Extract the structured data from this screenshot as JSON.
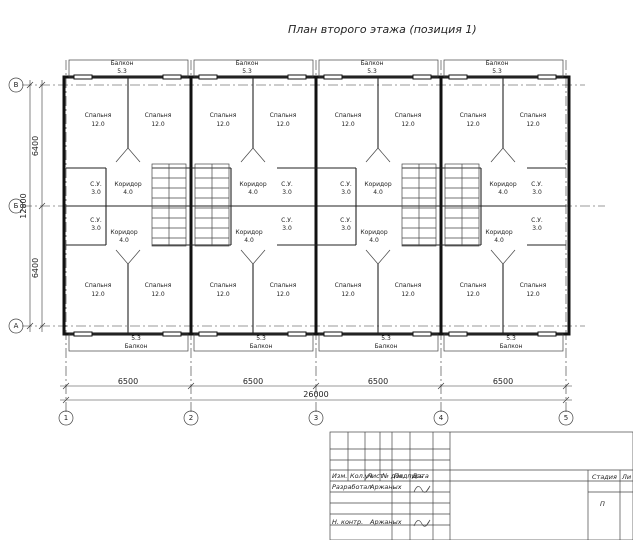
{
  "title": "План второго этажа (позиция 1)",
  "dimensions": {
    "bay": "6500",
    "total": "26000",
    "depth_total": "12800",
    "depth_part": "6400"
  },
  "axes": {
    "vertical": [
      "1",
      "2",
      "3",
      "4",
      "5"
    ],
    "horizontal": [
      "В",
      "Б",
      "А"
    ]
  },
  "rooms": {
    "balcony": "Балкон",
    "balcony_area": "5.3",
    "bedroom": "Спальня",
    "bedroom_area": "12.0",
    "corridor": "Коридор",
    "corridor_area": "4.0",
    "wc": "С.У.",
    "wc_area": "3.0"
  },
  "stamp": {
    "headers": [
      "Изм.",
      "Кол.уч",
      "Лист",
      "№ док.",
      "Подпись",
      "Дата"
    ],
    "developed_label": "Разработал",
    "developed_name": "Аржаных",
    "control_label": "Н. контр.",
    "control_name": "Аржаных",
    "stage_label": "Стадия",
    "sheet_label": "Ли",
    "stage_value": "П"
  }
}
